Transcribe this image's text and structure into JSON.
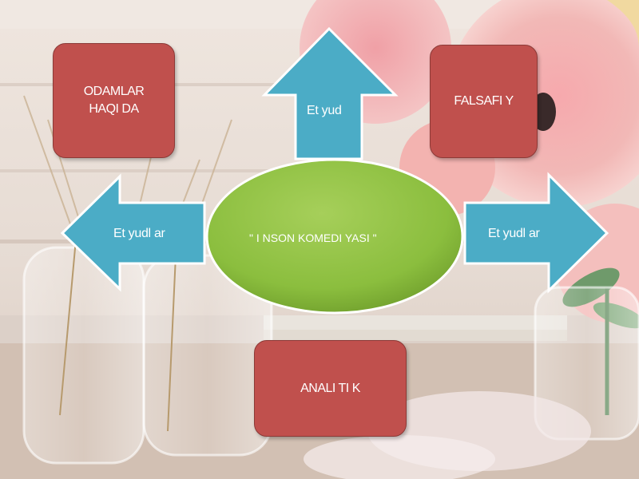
{
  "diagram": {
    "center": {
      "text": "\" I NSON  KOMEDI YASI \""
    },
    "boxes": {
      "top_left": "ODAMLAR\nHAQI DA",
      "top_right": "FALSAFI Y",
      "bottom": "ANALI TI K"
    },
    "arrows": {
      "up": "Et yud",
      "left": "Et yudl ar",
      "right": "Et yudl ar"
    }
  },
  "colors": {
    "box_fill": "#c0504d",
    "arrow_fill": "#4bacc6",
    "center_fill": "#8cbf3f",
    "text": "#ffffff"
  }
}
